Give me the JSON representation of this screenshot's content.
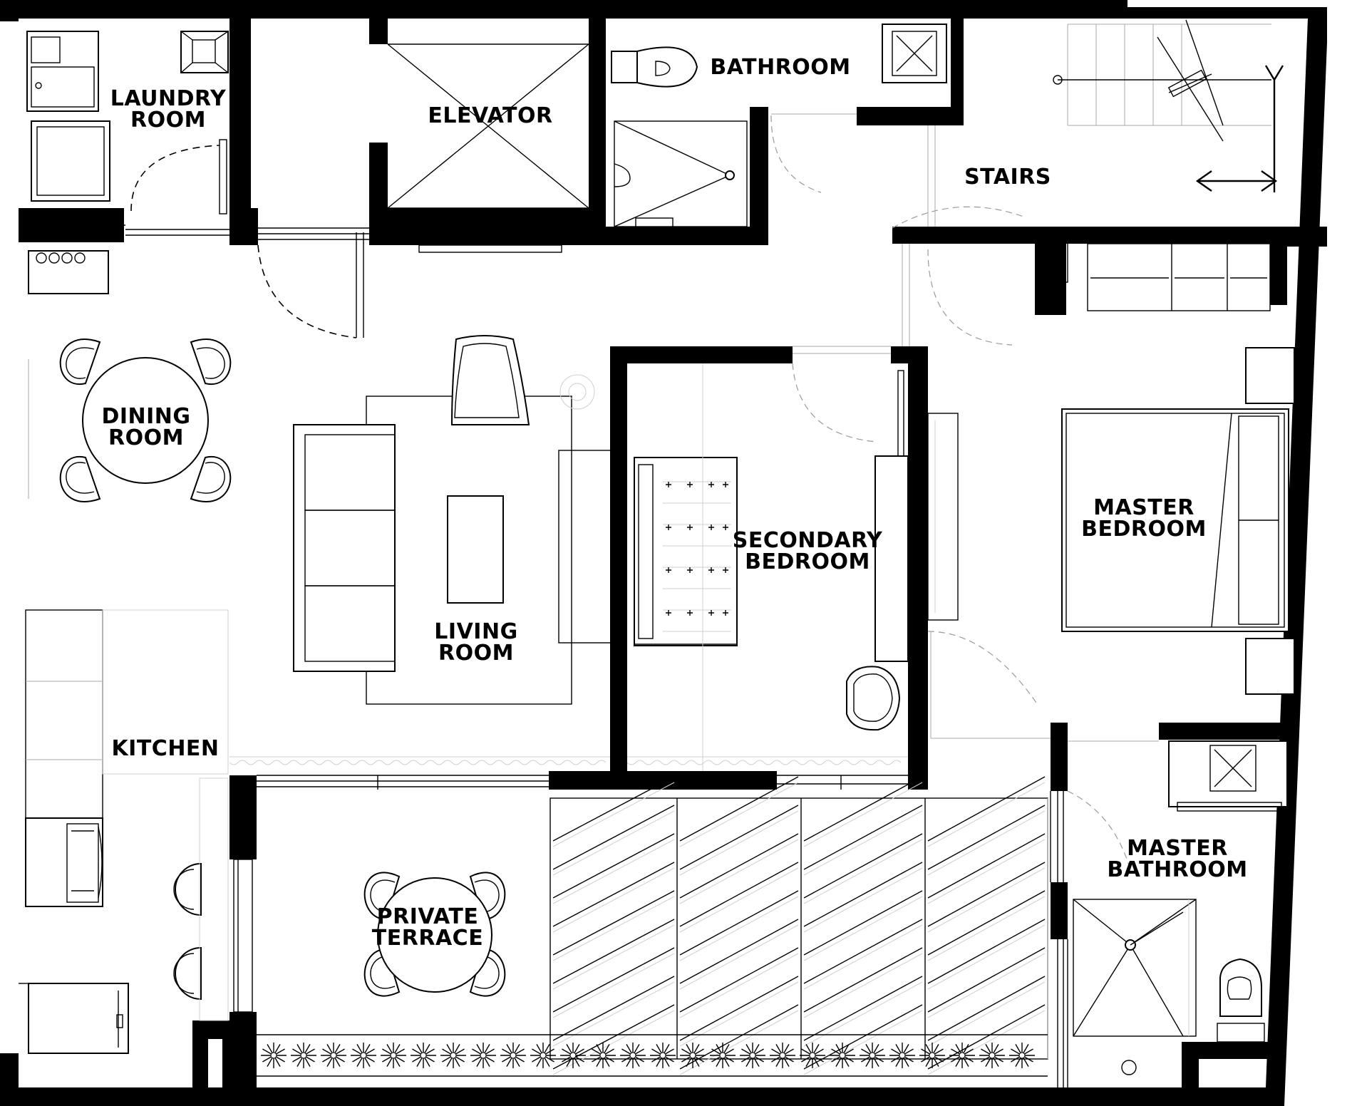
{
  "rooms": {
    "laundry": [
      "LAUNDRY",
      "ROOM"
    ],
    "elevator": [
      "ELEVATOR"
    ],
    "bathroom": [
      "BATHROOM"
    ],
    "stairs": [
      "STAIRS"
    ],
    "dining": [
      "DINING",
      "ROOM"
    ],
    "living": [
      "LIVING",
      "ROOM"
    ],
    "secondary_bedroom": [
      "SECONDARY",
      "BEDROOM"
    ],
    "master_bedroom": [
      "MASTER",
      "BEDROOM"
    ],
    "kitchen": [
      "KITCHEN"
    ],
    "private_terrace": [
      "PRIVATE",
      "TERRACE"
    ],
    "master_bathroom": [
      "MASTER",
      "BATHROOM"
    ]
  },
  "colors": {
    "wall": "#000000",
    "background": "#ffffff",
    "fixture_line": "#000000",
    "hidden_line": "#9a9a9a"
  },
  "icons": [
    "toilet-icon",
    "shower-drain-icon",
    "washing-machine-icon",
    "cooktop-icon",
    "sink-icon",
    "staircase-arrow-icon",
    "lamp-icon",
    "planter-flower-icon"
  ]
}
